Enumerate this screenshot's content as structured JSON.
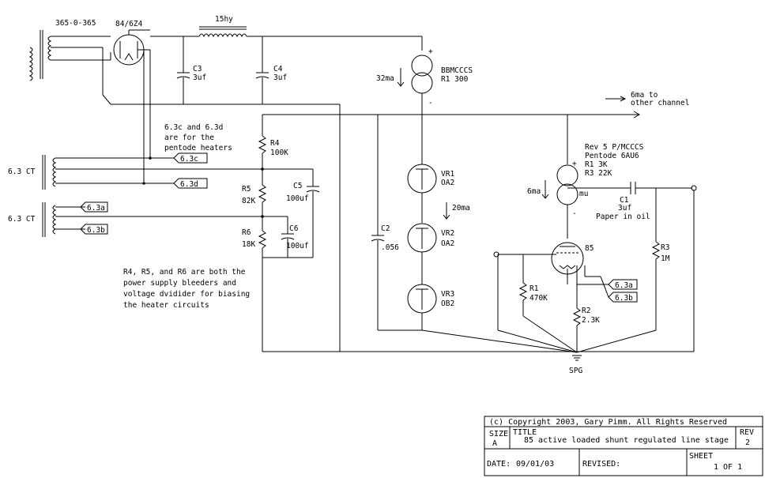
{
  "labels": {
    "transformer_hv": "365-0-365",
    "rectifier": "84/6Z4",
    "choke": "15hy",
    "c3_name": "C3",
    "c3_value": "3uf",
    "c4_name": "C4",
    "c4_value": "3uf",
    "ccs_name": "BBMCCCS",
    "ccs_r1": "R1 300",
    "ccs_current": "32ma",
    "ccs_plus": "+",
    "ccs_minus": "-",
    "other_channel_1": "6ma to",
    "other_channel_2": "other channel",
    "heater_note": [
      "6.3c and 6.3d",
      "are for the",
      "pentode heaters"
    ],
    "r4_name": "R4",
    "r4_value": "100K",
    "r5_name": "R5",
    "r5_value": "82K",
    "r6_name": "R6",
    "r6_value": "18K",
    "c5_name": "C5",
    "c5_value": "100uf",
    "c6_name": "C6",
    "c6_value": "100uf",
    "tr1": "6.3 CT",
    "tr2": "6.3 CT",
    "tag_c": "6.3c",
    "tag_d": "6.3d",
    "tag_a": "6.3a",
    "tag_b": "6.3b",
    "tag_a2": "6.3a",
    "tag_b2": "6.3b",
    "bleeder_note": [
      "R4, R5, and R6 are both the",
      "power supply bleeders and",
      "voltage dvidider for biasing",
      "the heater circuits"
    ],
    "c2_name": "C2",
    "c2_value": ".056",
    "vr1_name": "VR1",
    "vr1_type": "OA2",
    "vr2_name": "VR2",
    "vr2_type": "OA2",
    "vr3_name": "VR3",
    "vr3_type": "OB2",
    "vr_current": "20ma",
    "pccs_title": "Rev 5 P/MCCCS",
    "pccs_pentode": "Pentode 6AU6",
    "pccs_r1": "R1 3K",
    "pccs_r3": "R3 22K",
    "pccs_current": "6ma",
    "pccs_mu": "mu",
    "pccs_plus": "+",
    "pccs_minus": "-",
    "c1_name": "C1",
    "c1_value": "3uf",
    "c1_note": "Paper in oil",
    "tube": "85",
    "r1_name": "R1",
    "r1_value": "470K",
    "r2_name": "R2",
    "r2_value": "2.3K",
    "r3_name": "R3",
    "r3_value": "1M",
    "spg": "SPG"
  },
  "title_block": {
    "copyright": "(c) Copyright 2003, Gary Pimm. All Rights Reserved",
    "size_label": "SIZE",
    "size_value": "A",
    "title_label": "TITLE",
    "title_value": "85 active loaded shunt regulated line stage",
    "rev_label": "REV",
    "rev_value": "2",
    "date_label": "DATE:",
    "date_value": "09/01/03",
    "revised_label": "REVISED:",
    "sheet_label": "SHEET",
    "sheet_value": "1 OF 1"
  }
}
